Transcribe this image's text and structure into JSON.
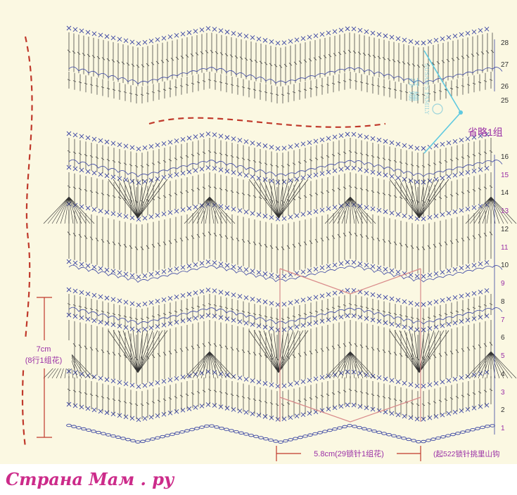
{
  "row_numbers": {
    "top": [
      "28",
      "27",
      "26",
      "25"
    ],
    "main": [
      "16",
      "15",
      "14",
      "13",
      "12",
      "11",
      "10",
      "9",
      "8",
      "7",
      "6",
      "5",
      "4",
      "3",
      "2",
      "1"
    ]
  },
  "labels": {
    "omit_group": "省略1组",
    "height_value": "7cm",
    "height_note": "(8行1组花)",
    "width_value": "5.8cm(29锁针1组花)",
    "start_note": "(起522锁针挑里山钩",
    "watermark_latin": "SUSAN'S FAMILY",
    "watermark_cn": "苏 姗"
  },
  "footer": {
    "site": "Страна Мам . ру"
  },
  "colors": {
    "background": "#fbf8e2",
    "stitch": "#333333",
    "chain": "#3b46a3",
    "row_label": "#9a2fa6",
    "dashed_curve": "#c0392b",
    "highlight": "#d98a8a",
    "omit_bracket": "#5fc9e0",
    "footer_text": "#cc2b8a"
  }
}
